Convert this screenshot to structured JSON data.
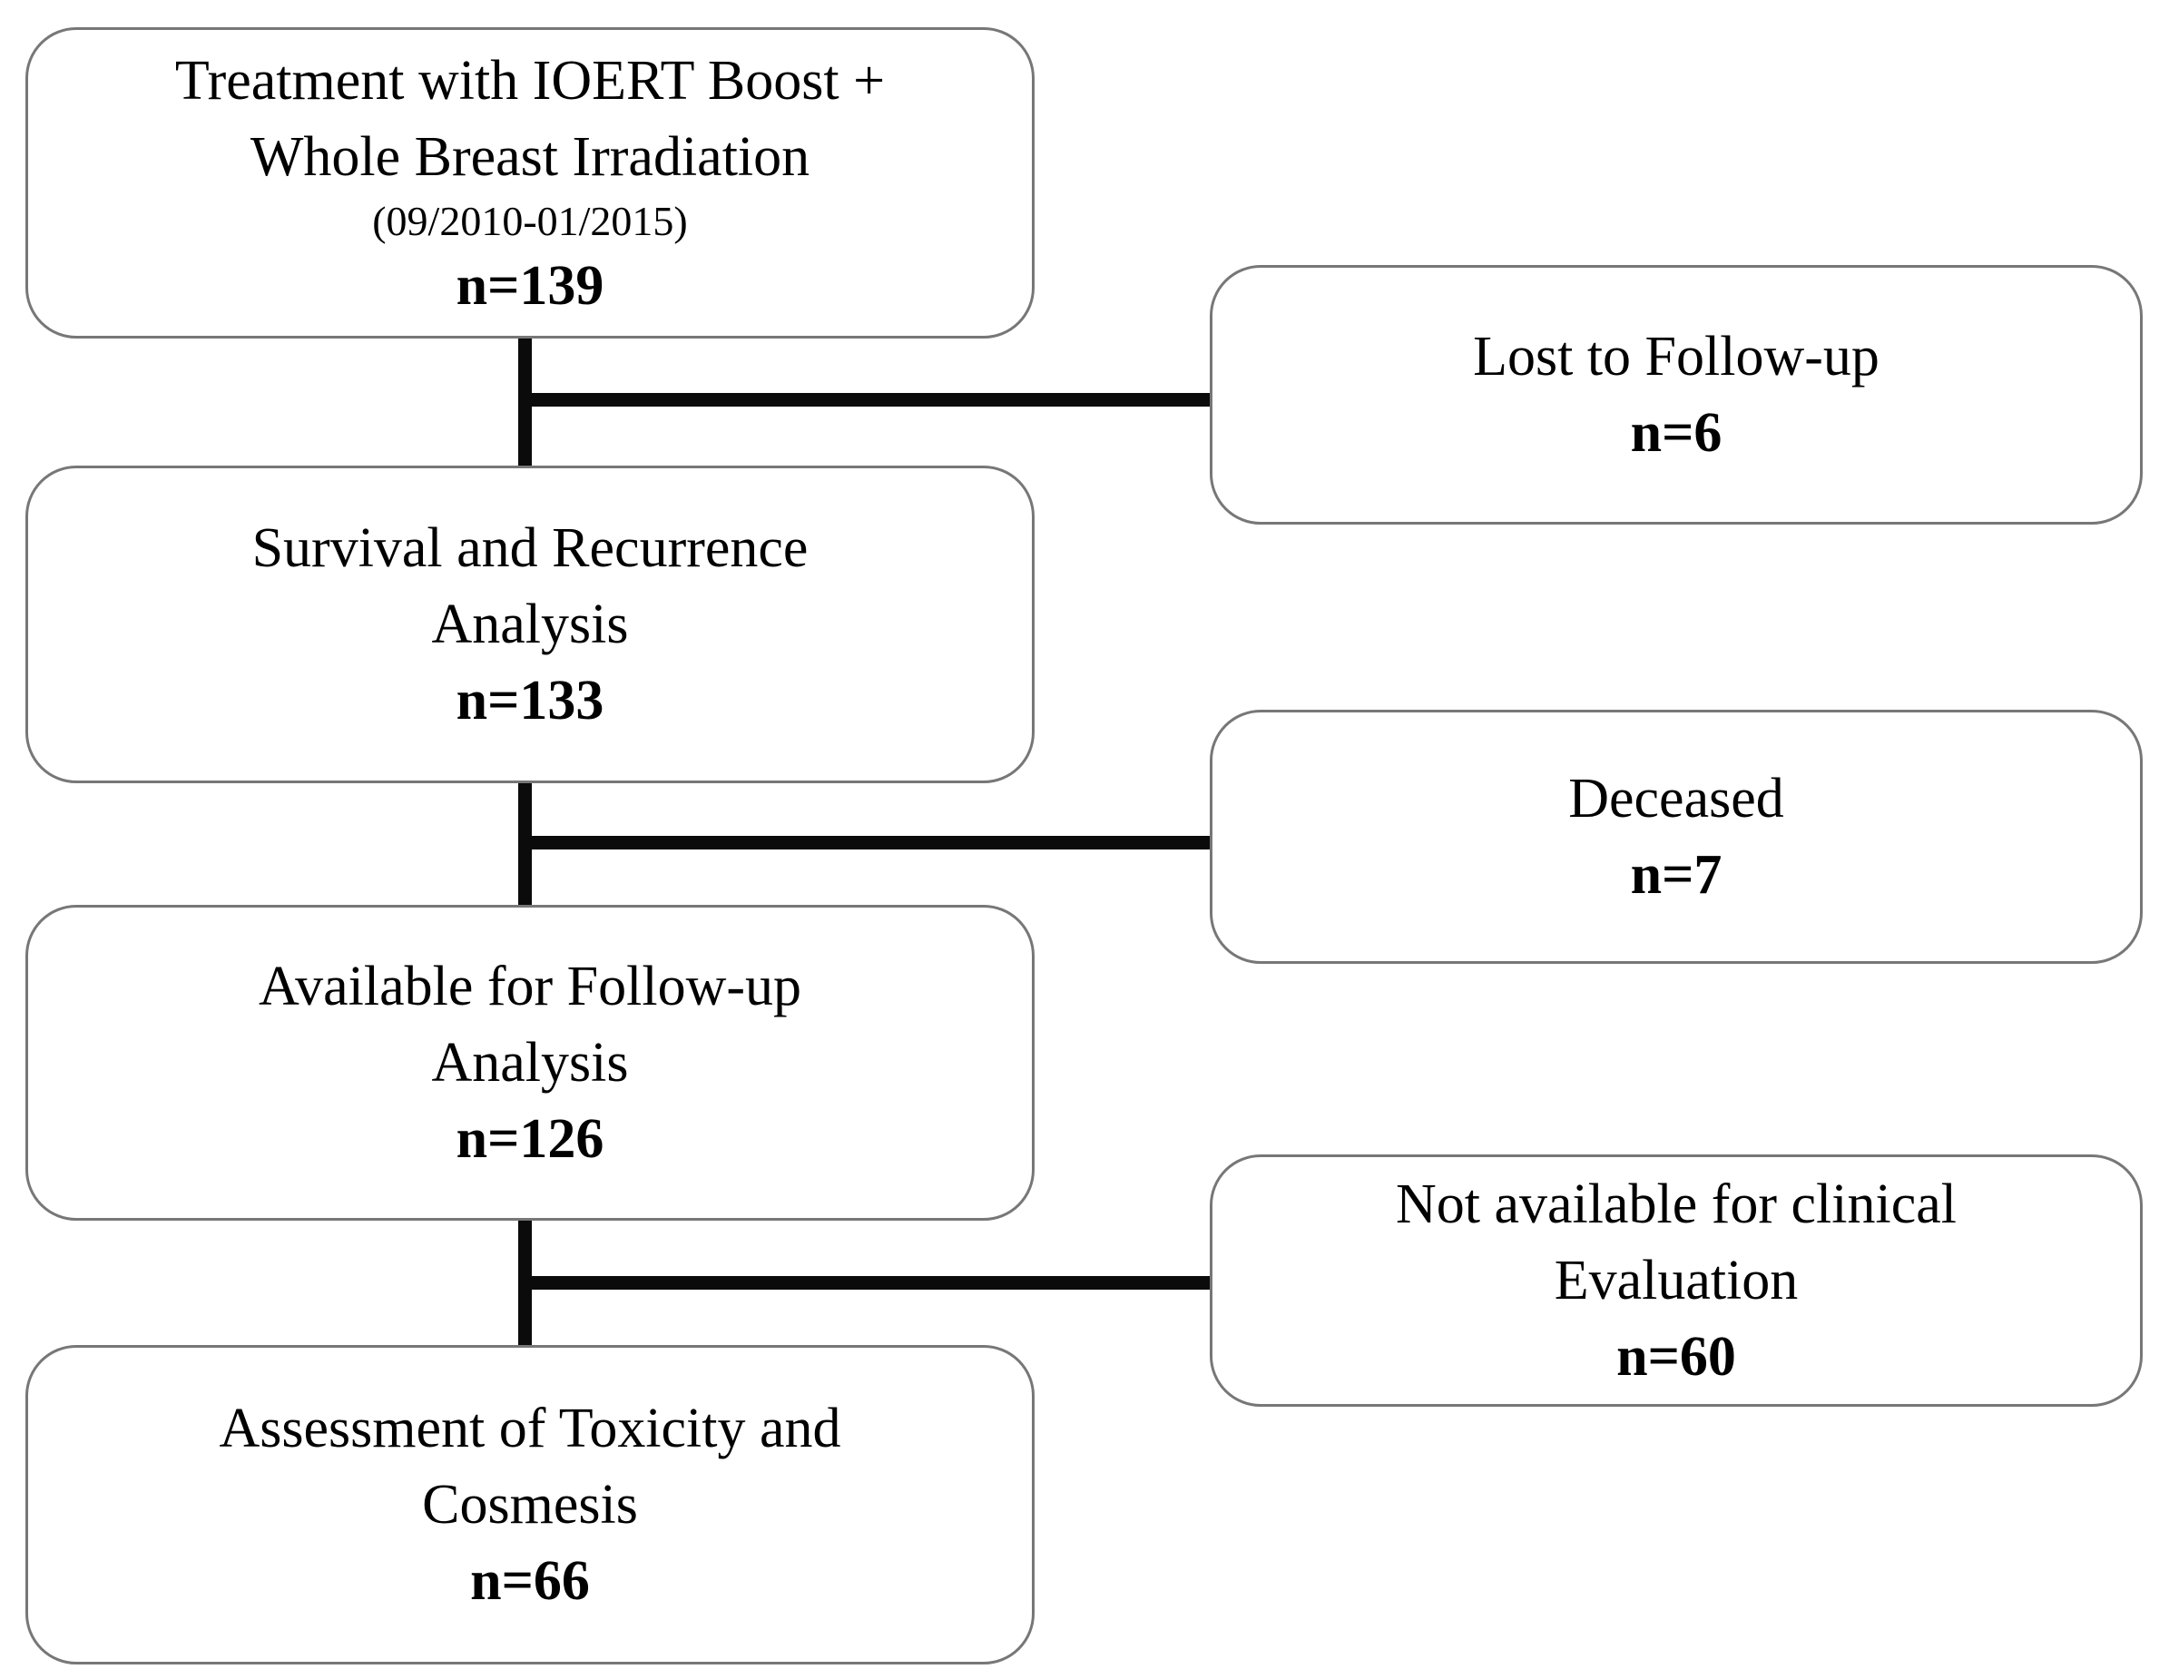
{
  "flowchart": {
    "nodes": {
      "treatment": {
        "line1": "Treatment with IOERT Boost +",
        "line2": "Whole Breast Irradiation",
        "period": "(09/2010-01/2015)",
        "count": "n=139"
      },
      "survival": {
        "line1": "Survival and Recurrence",
        "line2": "Analysis",
        "count": "n=133"
      },
      "followup": {
        "line1": "Available for Follow-up",
        "line2": "Analysis",
        "count": "n=126"
      },
      "toxicity": {
        "line1": "Assessment of Toxicity and",
        "line2": "Cosmesis",
        "count": "n=66"
      },
      "lost": {
        "line1": "Lost to Follow-up",
        "count": "n=6"
      },
      "deceased": {
        "line1": "Deceased",
        "count": "n=7"
      },
      "notavailable": {
        "line1": "Not available for clinical",
        "line2": "Evaluation",
        "count": "n=60"
      }
    },
    "edges": [
      {
        "from": "treatment",
        "to": "survival"
      },
      {
        "from": "treatment",
        "to": "lost"
      },
      {
        "from": "survival",
        "to": "followup"
      },
      {
        "from": "survival",
        "to": "deceased"
      },
      {
        "from": "followup",
        "to": "toxicity"
      },
      {
        "from": "followup",
        "to": "notavailable"
      }
    ],
    "colors": {
      "border": "#777777",
      "connector": "#0b0b0b",
      "background": "#ffffff",
      "text": "#000000"
    }
  }
}
